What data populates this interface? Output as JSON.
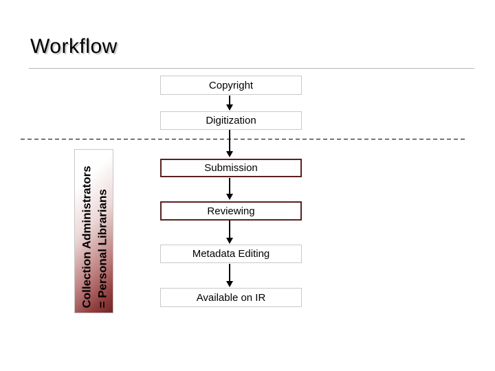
{
  "slide": {
    "title": "Workflow"
  },
  "banner": {
    "line1": "Collection Administrators",
    "line2": "= Personal Librarians"
  },
  "flow": {
    "steps": [
      {
        "label": "Copyright",
        "style": "plain"
      },
      {
        "label": "Digitization",
        "style": "plain"
      },
      {
        "label": "Submission",
        "style": "highlight"
      },
      {
        "label": "Reviewing",
        "style": "highlight"
      },
      {
        "label": "Metadata Editing",
        "style": "plain"
      },
      {
        "label": "Available on IR",
        "style": "plain"
      }
    ]
  },
  "colors": {
    "highlight_border": "#5a1f1f",
    "plain_border": "#c9c9c9",
    "banner_end": "#722424",
    "arrow": "#000000",
    "divider": "#b5b5b5"
  }
}
